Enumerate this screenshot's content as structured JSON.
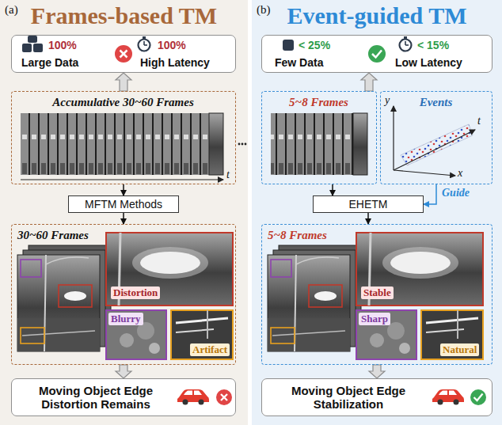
{
  "diagram": {
    "nodes": [
      {
        "text": [
          "(a)",
          "Frames-based TM"
        ]
      },
      {
        "text": [
          "100%",
          "Large Data",
          "100%",
          "High Latency"
        ],
        "in": 0
      },
      {
        "text": [
          "Accumulative 30~60 Frames"
        ],
        "in": 0
      },
      {
        "text": [
          "MFTM Methods"
        ],
        "in": 0
      },
      {
        "text": [
          "30~60 Frames",
          "Distortion",
          "Blurry",
          "Artifact"
        ],
        "in": 0
      },
      {
        "text": [
          "Moving Object Edge Distortion Remains"
        ],
        "in": 0
      },
      {
        "text": [
          "(b)",
          "Event-guided TM"
        ]
      },
      {
        "text": [
          "< 25%",
          "Few Data",
          "< 15%",
          "Low Latency"
        ],
        "in": 6
      },
      {
        "text": [
          "5~8 Frames"
        ],
        "in": 6
      },
      {
        "text": [
          "Events"
        ],
        "in": 6
      },
      {
        "text": [
          "EHETM"
        ],
        "in": 6
      },
      {
        "text": [
          "5~8 Frames",
          "Stable",
          "Sharp",
          "Natural"
        ],
        "in": 6
      },
      {
        "text": [
          "Moving Object Edge Stabilization"
        ],
        "in": 6
      }
    ],
    "edges": [
      {
        "from": 2,
        "to": 1,
        "arrow": "to"
      },
      {
        "from": 2,
        "to": 3,
        "arrow": "to"
      },
      {
        "from": 3,
        "to": 4,
        "arrow": "to"
      },
      {
        "from": 4,
        "to": 5,
        "arrow": "to"
      },
      {
        "from": 8,
        "to": 7,
        "arrow": "to"
      },
      {
        "from": 8,
        "to": 10,
        "arrow": "to"
      },
      {
        "from": 9,
        "to": 10,
        "label": "Guide",
        "arrow": "to"
      },
      {
        "from": 10,
        "to": 11,
        "arrow": "to"
      },
      {
        "from": 11,
        "to": 12,
        "arrow": "to"
      }
    ],
    "labels": [
      "t",
      "y",
      "t",
      "x"
    ]
  }
}
